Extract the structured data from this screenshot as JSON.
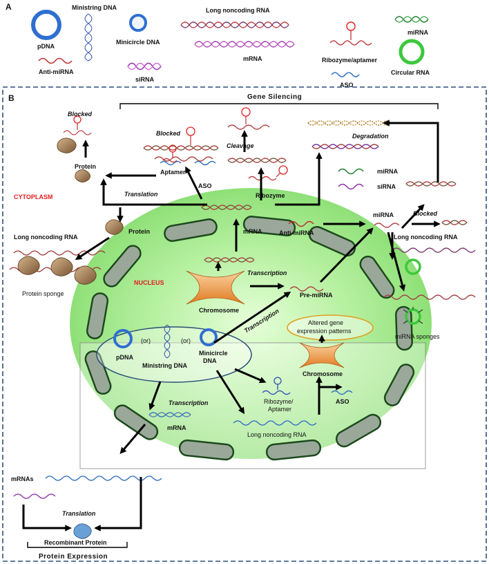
{
  "panel_a": {
    "letter": "A",
    "pdna": "pDNA",
    "ministring": "Ministring DNA",
    "minicircle": "Minicircle DNA",
    "lncrna": "Long noncoding RNA",
    "mrna": "mRNA",
    "ribozyme": "Ribozyme/aptamer",
    "mirna": "miRNA",
    "anti_mirna": "Anti-miRNA",
    "sirna": "siRNA",
    "aso": "ASO",
    "circular": "Circular RNA"
  },
  "panel_b": {
    "letter": "B",
    "gene_silencing": "Gene Silencing",
    "protein_expression": "Protein Expression",
    "cytoplasm": "CYTOPLASM",
    "nucleus": "NUCLEUS",
    "blocked": "Blocked",
    "cleavage": "Cleavage",
    "degradation": "Degradation",
    "translation": "Translation",
    "transcription": "Transcription",
    "protein": "Protein",
    "aptamer": "Aptamer",
    "aso": "ASO",
    "ribozyme": "Ribozyme",
    "mirna": "miRNA",
    "sirna": "siRNA",
    "anti_mirna": "Anti-miRNA",
    "lncrna": "Long noncoding RNA",
    "protein_sponge": "Protein sponge",
    "mrna": "mRNA",
    "chromosome": "Chromosome",
    "pre_mirna": "Pre-miRNA",
    "mirna_sponges": "miRNA sponges",
    "altered_line1": "Altered gene",
    "altered_line2": "expression patterns",
    "pdna": "pDNA",
    "or": "(or)",
    "ministring": "Ministring DNA",
    "minicircle_1": "Minicircle",
    "minicircle_2": "DNA",
    "ribozyme_aptamer_1": "Ribozyme/",
    "ribozyme_aptamer_2": "Aptamer",
    "mrnas": "mRNAs",
    "recombinant": "Recombinant Protein"
  },
  "colors": {
    "blue_ring": "#2f6fd0",
    "green_ring": "#3cc83c",
    "border": "#2a4f7a",
    "membrane": "#9aa89a",
    "nucleus_glow": "#b8f0a0",
    "protein": "#a8835a",
    "red_label": "#e02020"
  }
}
